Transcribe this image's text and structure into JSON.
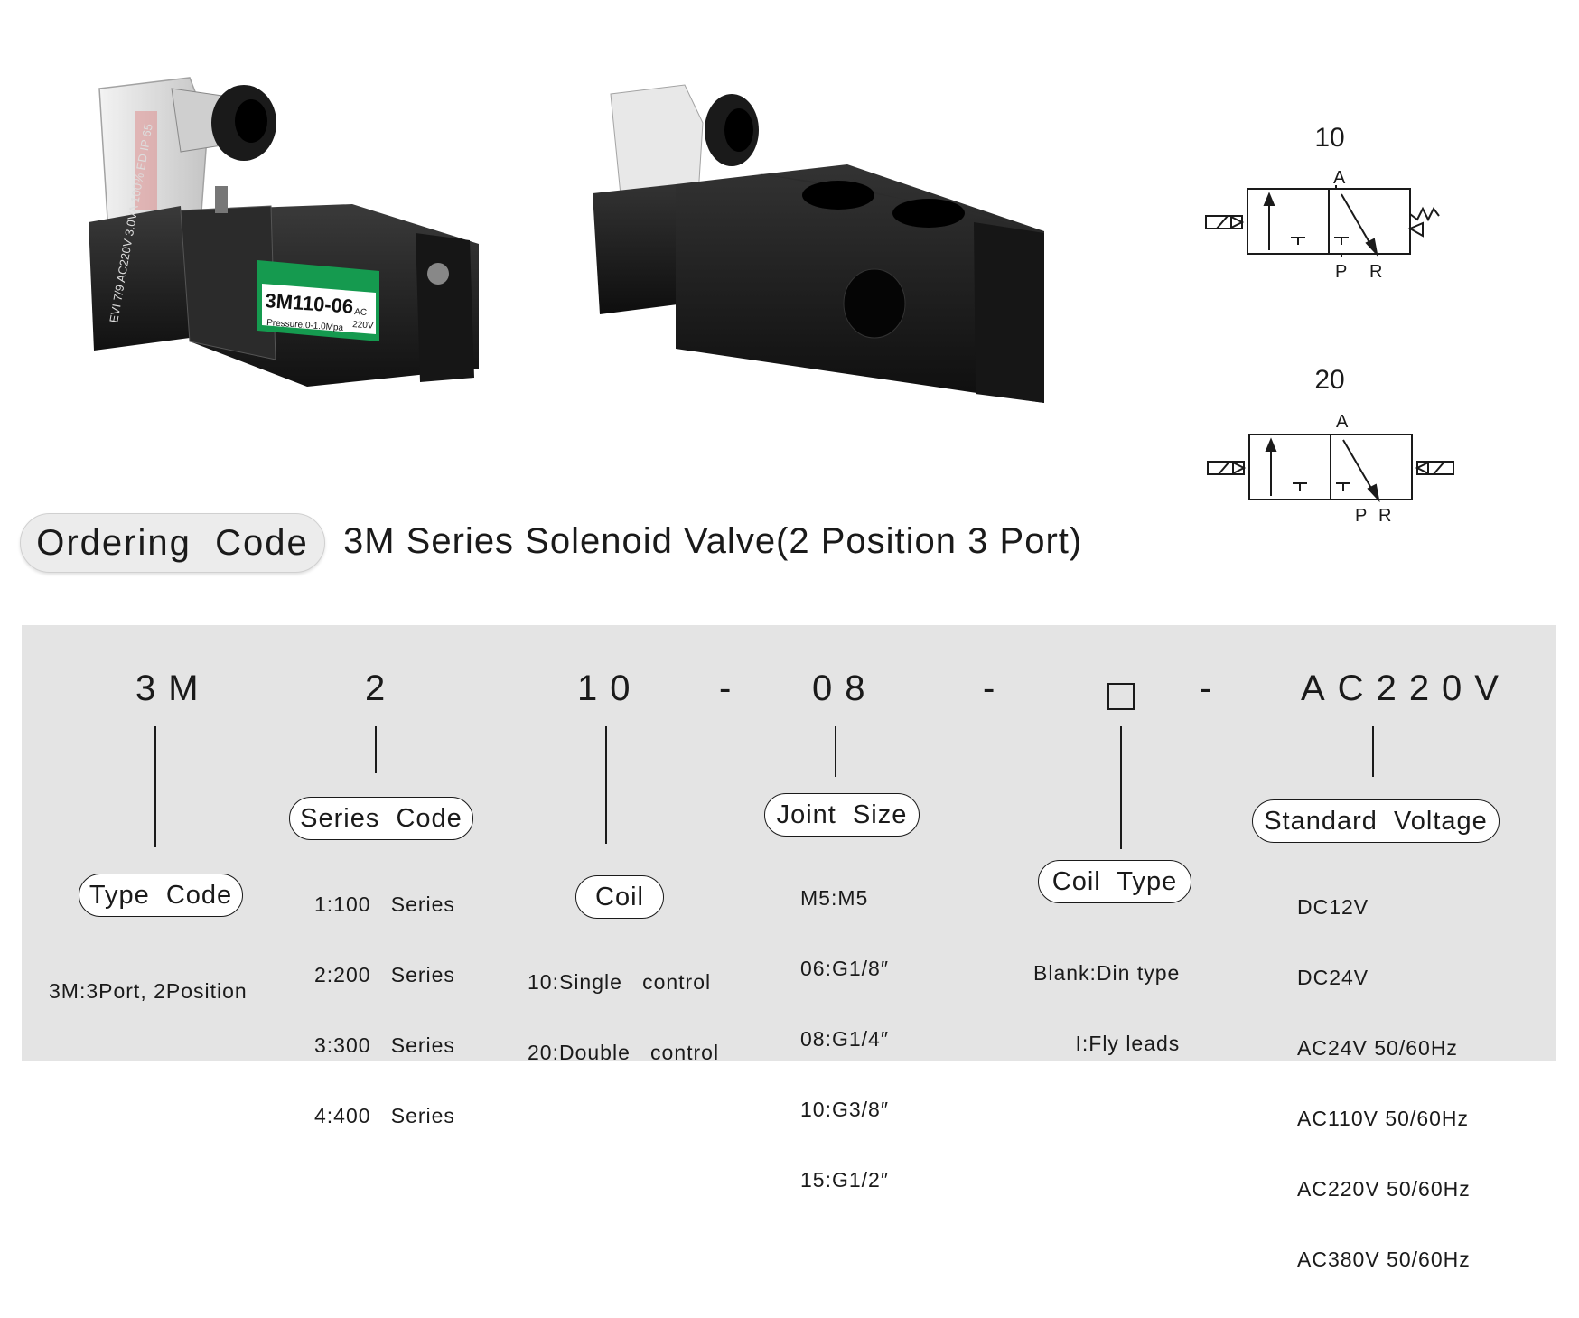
{
  "photo1": {
    "label_model": "3M110-06",
    "label_pressure": "Pressure:0-1.0Mpa",
    "label_ac": "AC",
    "label_v": "220V"
  },
  "symbols": {
    "s10": {
      "title": "10",
      "port_a": "A",
      "port_p": "P",
      "port_r": "R"
    },
    "s20": {
      "title": "20",
      "port_a": "A",
      "port_p": "P",
      "port_r": "R"
    }
  },
  "heading": {
    "pill": "Ordering  Code",
    "title": "3M Series Solenoid Valve(2 Position 3 Port)"
  },
  "code": {
    "parts": [
      "3M",
      "2",
      "10",
      "08",
      "AC220V"
    ],
    "dashes": [
      "-",
      "-",
      "-"
    ]
  },
  "groups": {
    "type": {
      "label": "Type  Code",
      "lines": [
        "3M:3Port, 2Position"
      ]
    },
    "series": {
      "label": "Series  Code",
      "lines": [
        "1:100   Series",
        "2:200   Series",
        "3:300   Series",
        "4:400   Series"
      ]
    },
    "coil": {
      "label": "Coil",
      "lines": [
        "10:Single   control",
        "20:Double   control"
      ]
    },
    "joint": {
      "label": "Joint  Size",
      "lines": [
        "M5:M5",
        "06:G1/8″",
        "08:G1/4″",
        "10:G3/8″",
        "15:G1/2″"
      ]
    },
    "coiltype": {
      "label": "Coil  Type",
      "lines": [
        "Blank:Din type",
        "I:Fly leads"
      ]
    },
    "voltage": {
      "label": "Standard  Voltage",
      "lines": [
        "DC12V",
        "DC24V",
        "AC24V 50/60Hz",
        "AC110V 50/60Hz",
        "AC220V 50/60Hz",
        "AC380V 50/60Hz"
      ]
    }
  }
}
